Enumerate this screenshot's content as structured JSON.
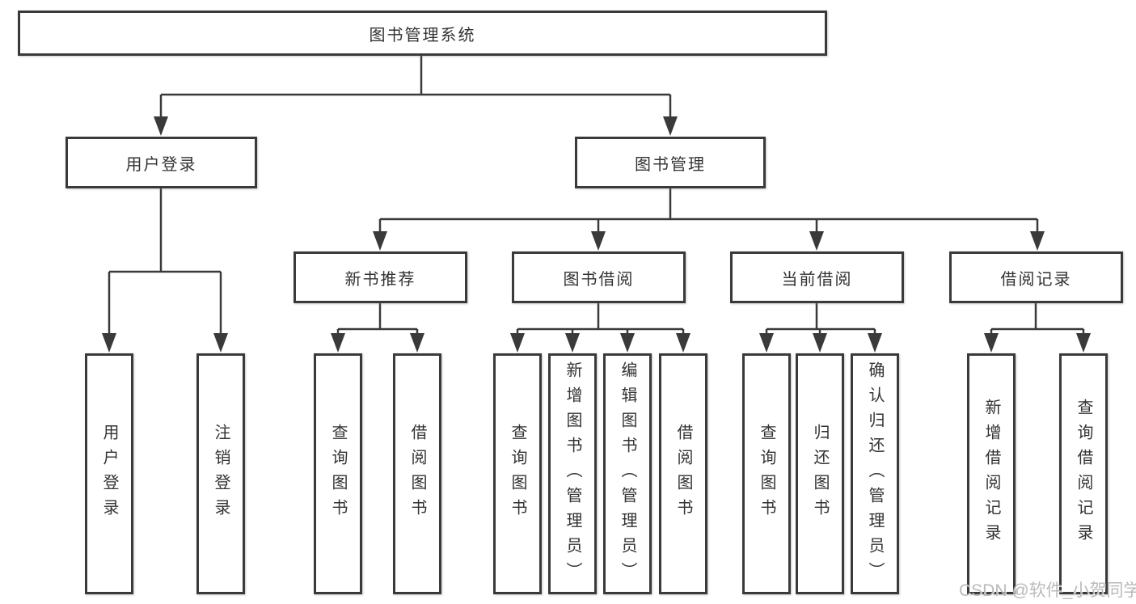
{
  "tree": {
    "label": "图书管理系统",
    "children": [
      {
        "label": "用户登录",
        "children": [
          {
            "label": "用户登录"
          },
          {
            "label": "注销登录"
          }
        ]
      },
      {
        "label": "图书管理",
        "children": [
          {
            "label": "新书推荐",
            "children": [
              {
                "label": "查询图书"
              },
              {
                "label": "借阅图书"
              }
            ]
          },
          {
            "label": "图书借阅",
            "children": [
              {
                "label": "查询图书"
              },
              {
                "label": "新增图书（管理员）"
              },
              {
                "label": "编辑图书（管理员）"
              },
              {
                "label": "借阅图书"
              }
            ]
          },
          {
            "label": "当前借阅",
            "children": [
              {
                "label": "查询图书"
              },
              {
                "label": "归还图书"
              },
              {
                "label": "确认归还（管理员）"
              }
            ]
          },
          {
            "label": "借阅记录",
            "children": [
              {
                "label": "新增借阅记录"
              },
              {
                "label": "查询借阅记录"
              }
            ]
          }
        ]
      }
    ]
  },
  "watermark": {
    "text": "CSDN @软件_小贺同学"
  },
  "colors": {
    "line": "#3a3a3a",
    "box_border": "#3a3a3a",
    "box_fill": "#ffffff",
    "text": "#333333",
    "watermark": "#b7b7b7",
    "background": "#ffffff"
  }
}
